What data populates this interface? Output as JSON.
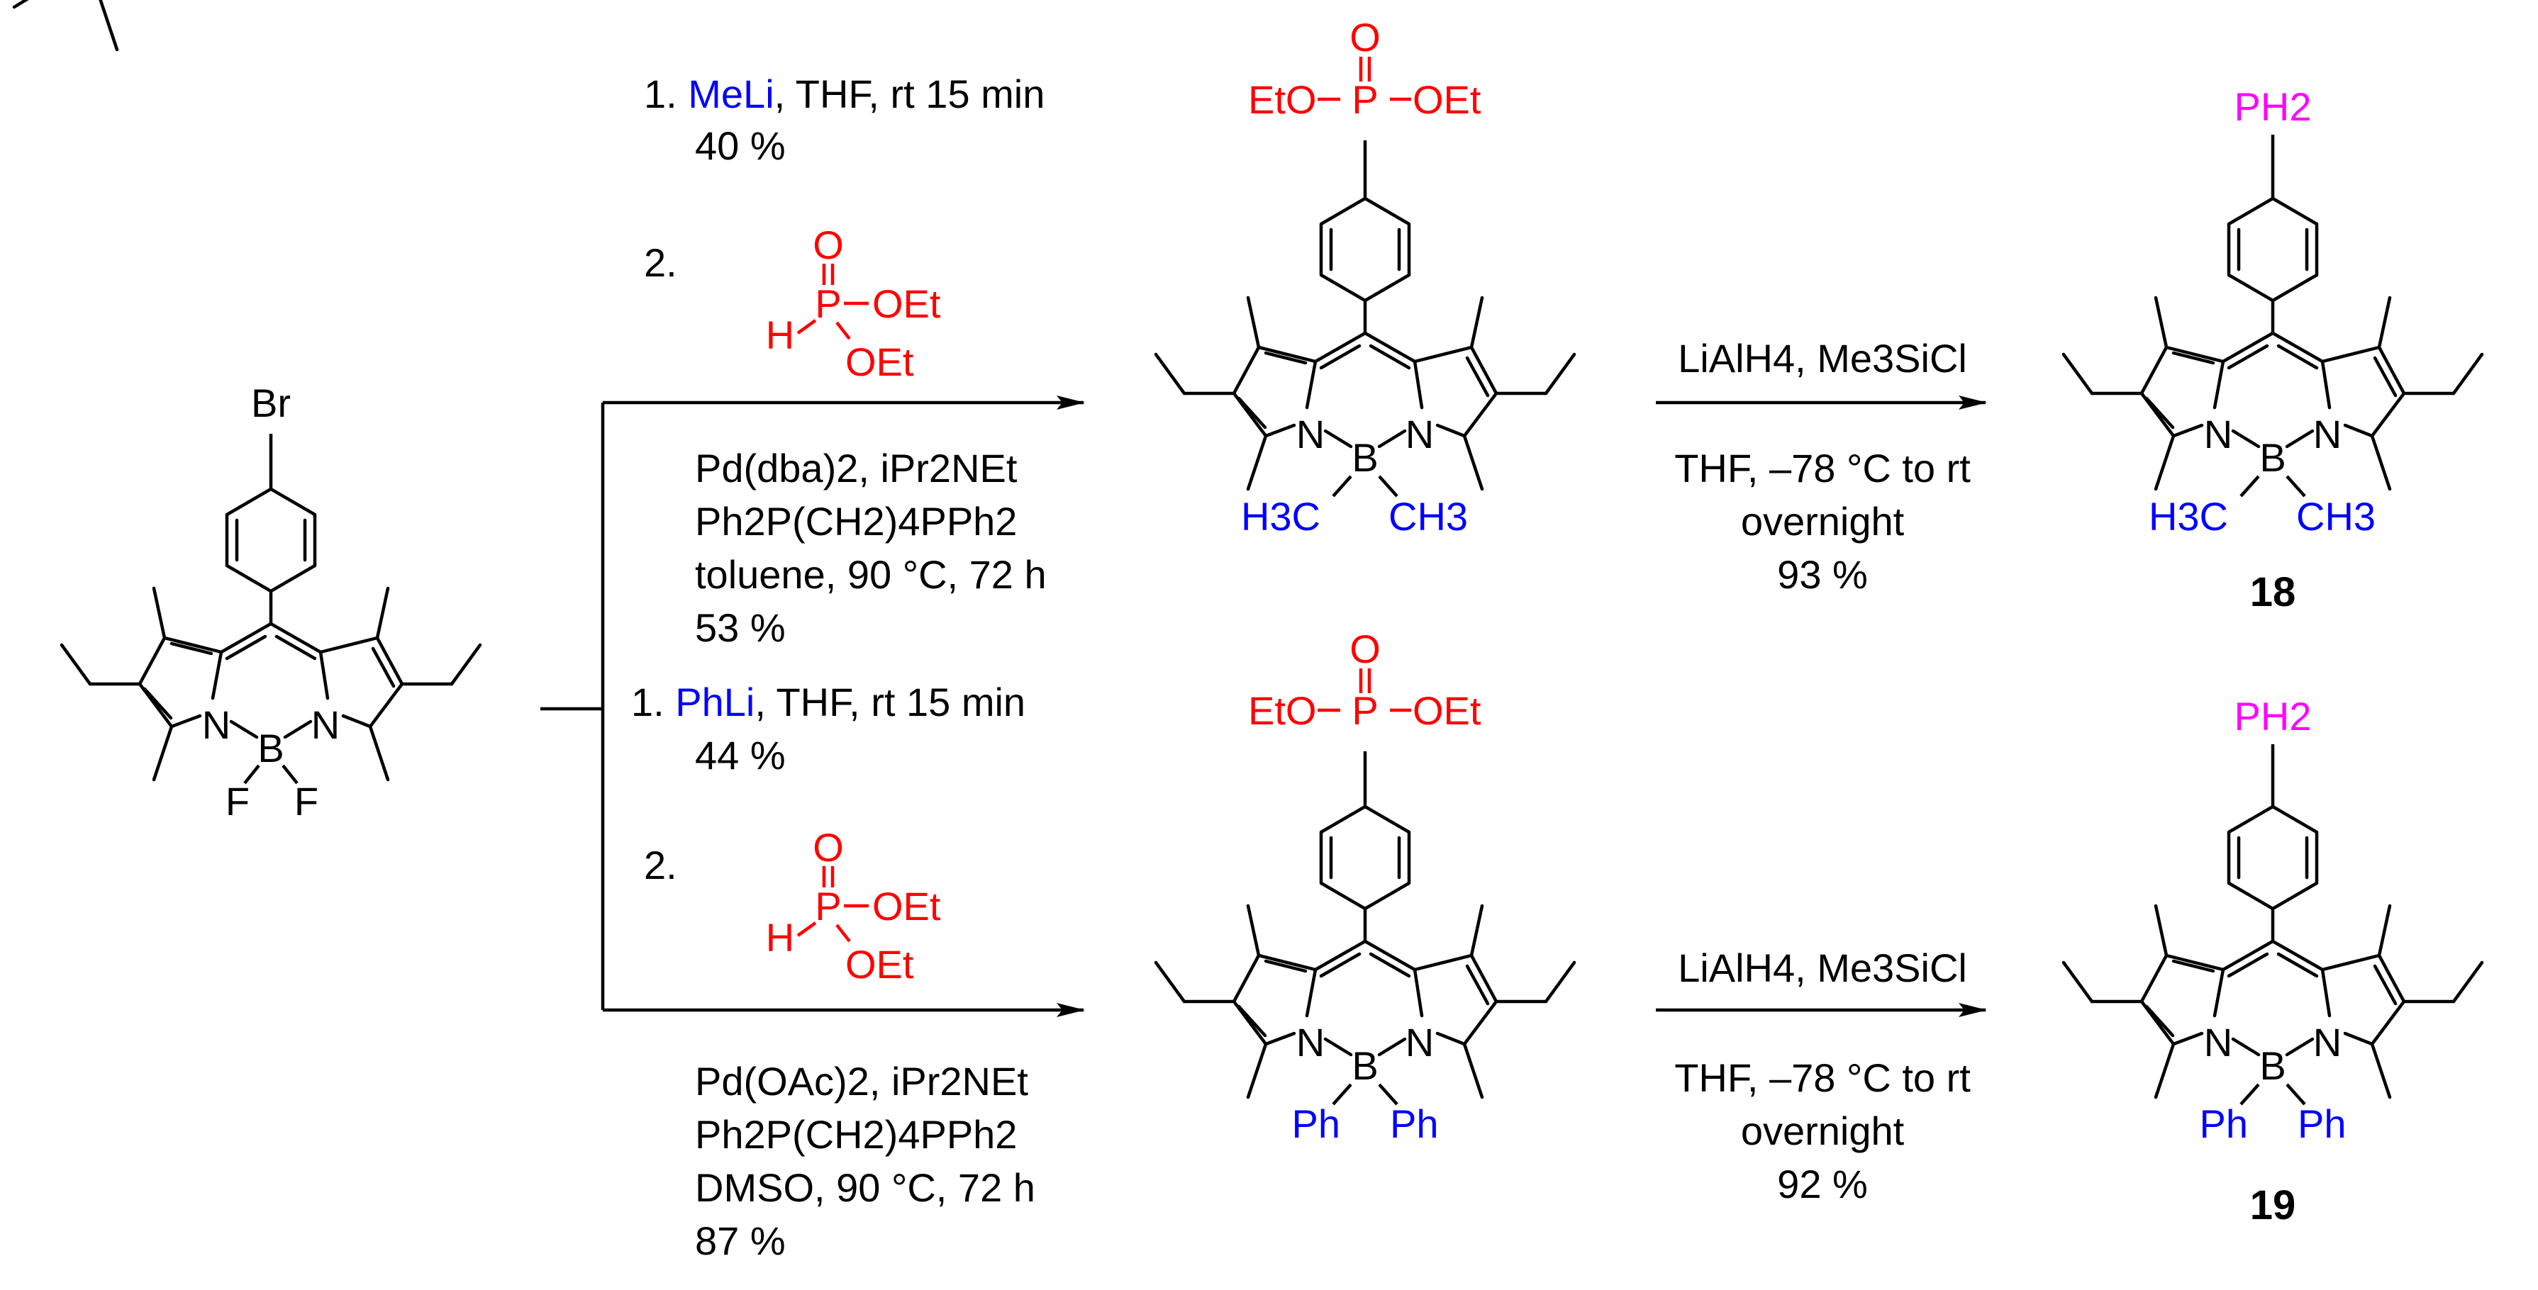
{
  "colors": {
    "black": "#000000",
    "red": "#ff0000",
    "blue": "#0000ff",
    "magenta": "#ff00ff"
  },
  "atoms": {
    "br": "Br",
    "n": "N",
    "b": "B",
    "f": "F",
    "p": "P",
    "o": "O",
    "h": "H",
    "oet": "OEt",
    "eto": "EtO",
    "ch3_left": "H3C",
    "ch3_right": "CH3",
    "ph": "Ph",
    "ph2": "PH2"
  },
  "top_route": {
    "step1_line1_prefix": "1. ",
    "step1_reagent": "MeLi",
    "step1_line1_rest": ", THF, rt 15 min",
    "step1_yield": "40 %",
    "step2_label": "2.",
    "coupling_line1": "Pd(dba)2, iPr2NEt",
    "coupling_line2": "Ph2P(CH2)4PPh2",
    "coupling_line3": "toluene, 90 °C, 72 h",
    "coupling_yield": "53 %",
    "reduction_reagents": "LiAlH4, Me3SiCl",
    "reduction_line2": "THF, –78 °C to rt",
    "reduction_line3": "overnight",
    "reduction_yield": "93 %",
    "product_number": "18"
  },
  "bottom_route": {
    "step1_line1_prefix": "1. ",
    "step1_reagent": "PhLi",
    "step1_line1_rest": ", THF, rt 15 min",
    "step1_yield": "44 %",
    "step2_label": "2.",
    "coupling_line1": "Pd(OAc)2, iPr2NEt",
    "coupling_line2": "Ph2P(CH2)4PPh2",
    "coupling_line3": "DMSO, 90 °C, 72 h",
    "coupling_yield": "87 %",
    "reduction_reagents": "LiAlH4, Me3SiCl",
    "reduction_line2": "THF, –78 °C to rt",
    "reduction_line3": "overnight",
    "reduction_yield": "92 %",
    "product_number": "19"
  }
}
